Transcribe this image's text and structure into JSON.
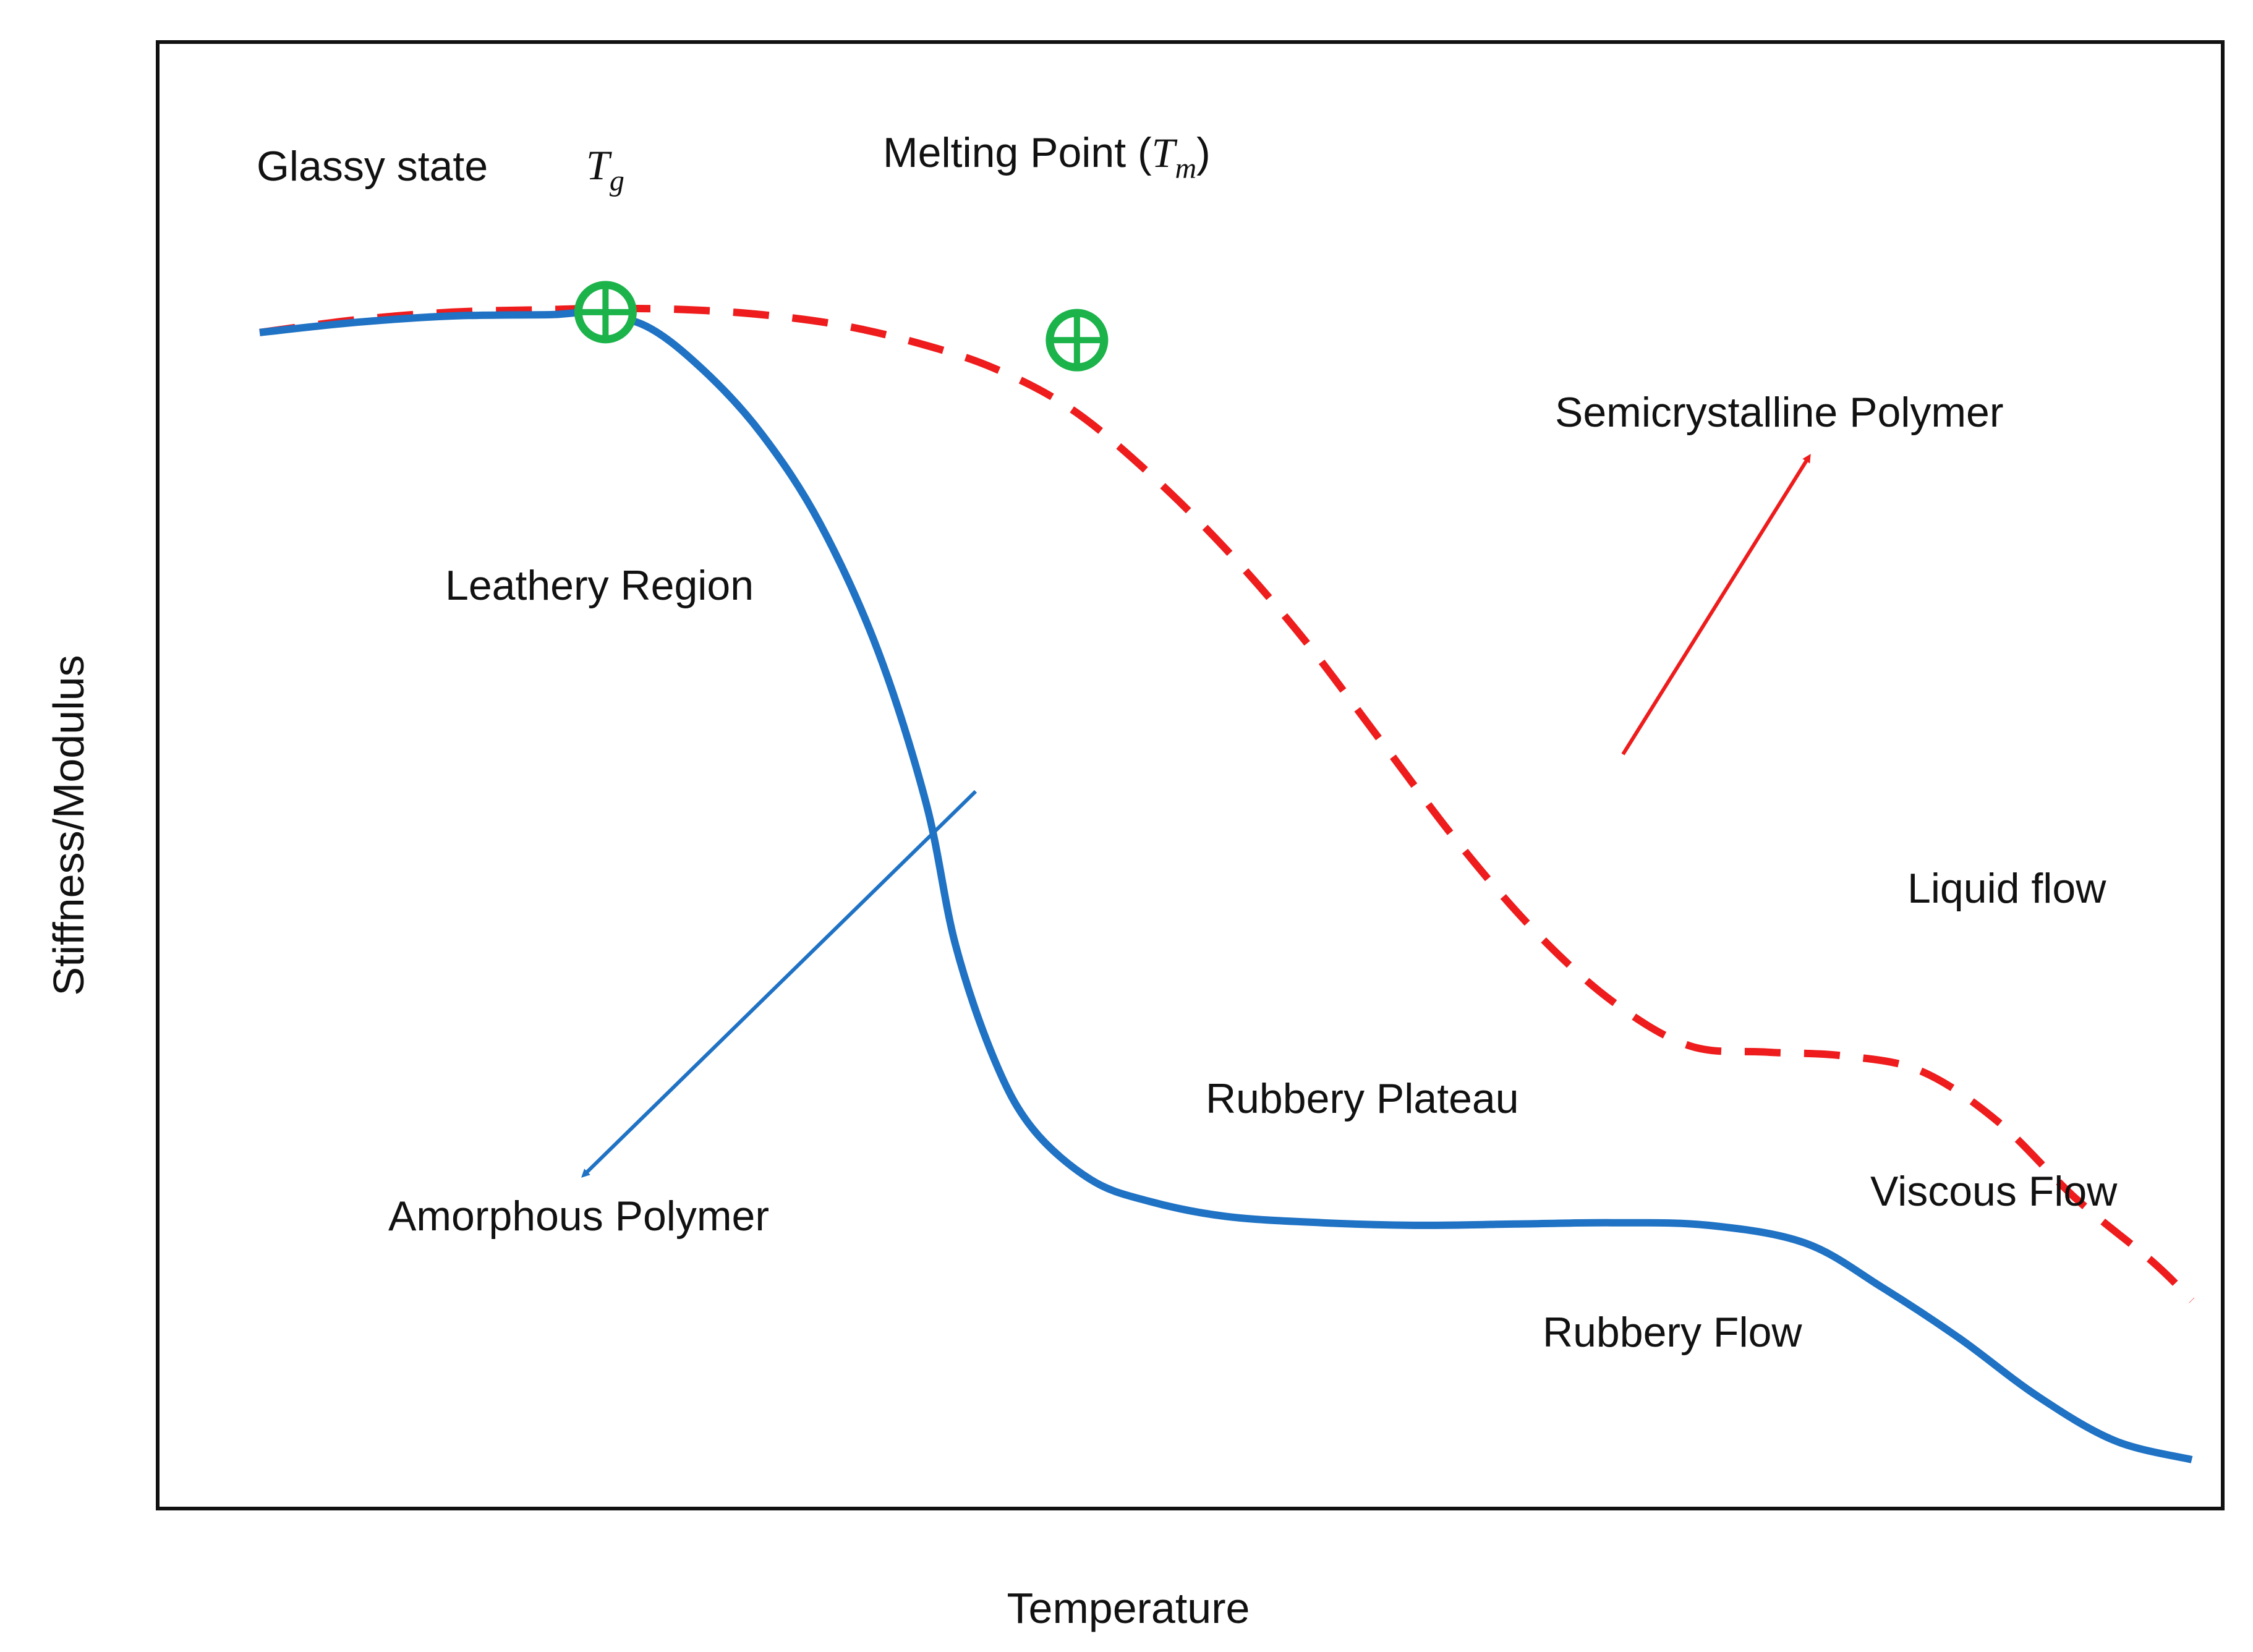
{
  "chart_data": {
    "type": "line",
    "xlabel": "Temperature",
    "ylabel": "Stiffness/Modulus",
    "xlim": [
      0,
      100
    ],
    "ylim": [
      0,
      100
    ],
    "grid": false,
    "colors": {
      "amorphous": "#1f72c4",
      "semicrystalline": "#ee1c1c",
      "marker": "#1bb34a",
      "frame": "#111111"
    },
    "series": [
      {
        "name": "Amorphous Polymer",
        "style": "solid",
        "x": [
          0,
          5,
          10,
          15,
          17,
          20,
          23,
          26,
          29,
          32,
          34.5,
          36,
          38,
          40,
          43,
          46,
          50,
          55,
          60,
          65,
          70,
          75,
          80,
          84,
          88,
          92,
          96,
          100
        ],
        "y": [
          87,
          87.8,
          88.3,
          88.4,
          88.5,
          87.5,
          84,
          79,
          72,
          62,
          50,
          39,
          30,
          24.5,
          20.5,
          18.8,
          17.6,
          17.1,
          16.9,
          17.0,
          17.1,
          16.9,
          15.5,
          12,
          8,
          3.5,
          0,
          -1.5
        ]
      },
      {
        "name": "Semicrystalline Polymer",
        "style": "dashed",
        "x": [
          0,
          5,
          10,
          15,
          18,
          22,
          26,
          30,
          34,
          38,
          42,
          46,
          50,
          54,
          58,
          62,
          66,
          70,
          74,
          78,
          82,
          86,
          90,
          94,
          98,
          100
        ],
        "y": [
          87,
          88,
          88.6,
          88.8,
          88.9,
          88.8,
          88.4,
          87.6,
          86.2,
          84.2,
          81,
          76,
          70,
          63,
          55,
          47,
          40,
          34.5,
          31,
          30.5,
          30.2,
          29,
          25,
          19,
          14,
          11
        ]
      }
    ],
    "points": [
      {
        "label": "T",
        "sub": "g",
        "x": 17.9,
        "y": 88.6
      },
      {
        "label": "Melting Point (",
        "sym": "T",
        "sub": "m",
        "close": ")",
        "x": 42.3,
        "y": 86.4
      }
    ],
    "annotations": [
      "Glassy state",
      "Leathery Region",
      "Rubbery Plateau",
      "Rubbery Flow",
      "Viscous Flow",
      "Liquid flow",
      "Semicrystalline Polymer",
      "Amorphous Polymer"
    ]
  }
}
